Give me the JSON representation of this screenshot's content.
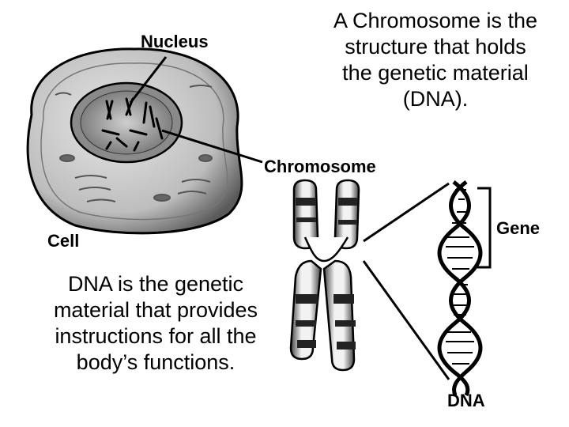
{
  "captions": {
    "chromosome_caption": [
      "A Chromosome is the",
      "structure that holds",
      "the genetic material",
      "(DNA)."
    ],
    "dna_caption": [
      "DNA is the genetic",
      "material that provides",
      "instructions for all the",
      "body’s functions."
    ]
  },
  "labels": {
    "nucleus": "Nucleus",
    "chromosome": "Chromosome",
    "cell": "Cell",
    "gene": "Gene",
    "dna": "DNA"
  }
}
